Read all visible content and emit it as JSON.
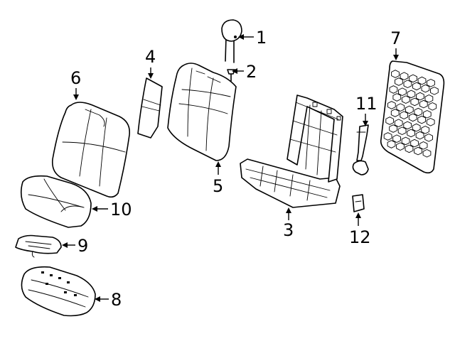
{
  "diagram": {
    "callouts": [
      {
        "id": "1",
        "label": "1"
      },
      {
        "id": "2",
        "label": "2"
      },
      {
        "id": "3",
        "label": "3"
      },
      {
        "id": "4",
        "label": "4"
      },
      {
        "id": "5",
        "label": "5"
      },
      {
        "id": "6",
        "label": "6"
      },
      {
        "id": "7",
        "label": "7"
      },
      {
        "id": "8",
        "label": "8"
      },
      {
        "id": "9",
        "label": "9"
      },
      {
        "id": "10",
        "label": "10"
      },
      {
        "id": "11",
        "label": "11"
      },
      {
        "id": "12",
        "label": "12"
      }
    ],
    "colors": {
      "line": "#000000",
      "background": "#ffffff"
    }
  }
}
